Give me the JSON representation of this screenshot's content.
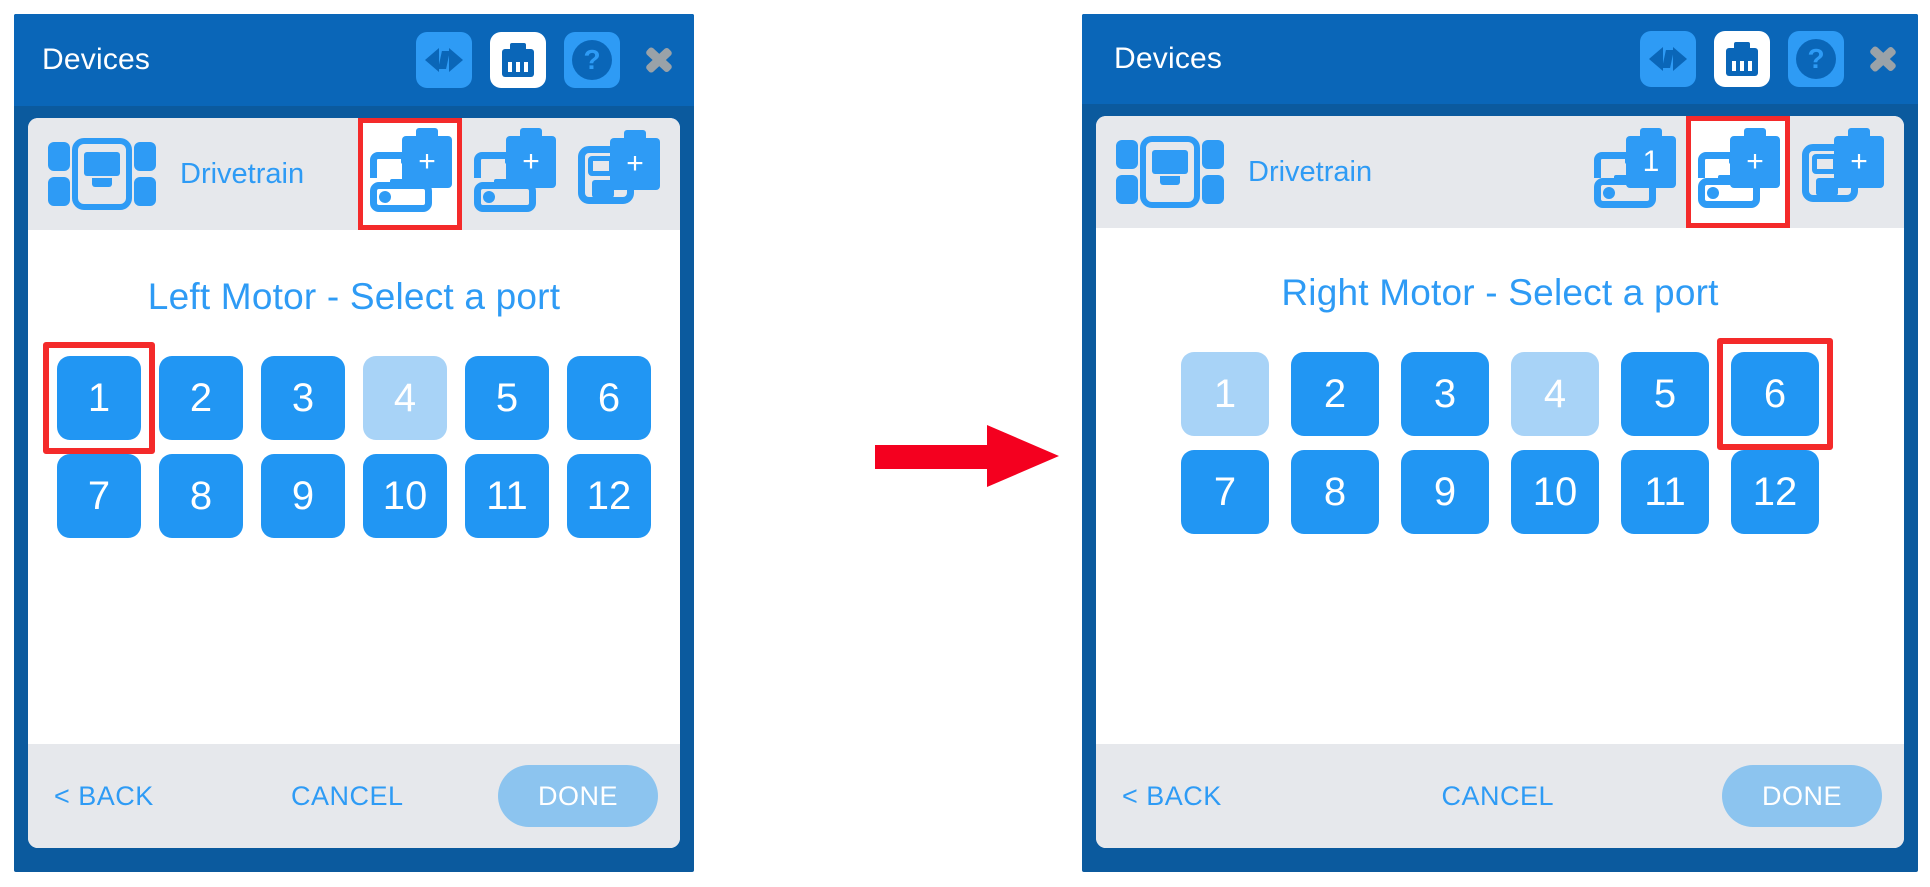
{
  "colors": {
    "titlebar_bg": "#0a66b8",
    "panel_border": "#0b5a9e",
    "accent_blue": "#2e9bf5",
    "port_blue": "#2196f3",
    "port_disabled": "#a8d3f7",
    "highlight_red": "#f42a2a",
    "arrow_red": "#f4001f",
    "row_gray": "#e6e8ec",
    "done_blue": "#8cc4ef"
  },
  "arrow": {
    "name": "red-right-arrow",
    "direction": "right"
  },
  "panels": [
    {
      "id": "left",
      "header": {
        "title": "Devices",
        "icons": [
          {
            "name": "code-icon",
            "glyph": "<>",
            "style": "blue"
          },
          {
            "name": "device-dashboard-icon",
            "glyph": "brain",
            "style": "white"
          },
          {
            "name": "help-icon",
            "glyph": "?",
            "style": "blue"
          },
          {
            "name": "chevron-right-icon",
            "glyph": ">",
            "style": "gray"
          }
        ]
      },
      "device_row": {
        "icon": "brain-icon",
        "label": "Drivetrain",
        "slots": [
          {
            "name": "add-motor-slot-1",
            "type": "motor",
            "badge": "+",
            "selected": true
          },
          {
            "name": "add-motor-slot-2",
            "type": "motor",
            "badge": "+",
            "selected": false
          },
          {
            "name": "add-sensor-slot",
            "type": "sensor",
            "badge": "+",
            "selected": false
          }
        ]
      },
      "prompt": "Left Motor - Select a port",
      "ports": [
        {
          "label": "1",
          "disabled": false,
          "highlighted": true
        },
        {
          "label": "2",
          "disabled": false,
          "highlighted": false
        },
        {
          "label": "3",
          "disabled": false,
          "highlighted": false
        },
        {
          "label": "4",
          "disabled": true,
          "highlighted": false
        },
        {
          "label": "5",
          "disabled": false,
          "highlighted": false
        },
        {
          "label": "6",
          "disabled": false,
          "highlighted": false
        },
        {
          "label": "7",
          "disabled": false,
          "highlighted": false
        },
        {
          "label": "8",
          "disabled": false,
          "highlighted": false
        },
        {
          "label": "9",
          "disabled": false,
          "highlighted": false
        },
        {
          "label": "10",
          "disabled": false,
          "highlighted": false
        },
        {
          "label": "11",
          "disabled": false,
          "highlighted": false
        },
        {
          "label": "12",
          "disabled": false,
          "highlighted": false
        }
      ],
      "footer": {
        "back": "< BACK",
        "cancel": "CANCEL",
        "done": "DONE"
      }
    },
    {
      "id": "right",
      "header": {
        "title": "Devices",
        "icons": [
          {
            "name": "code-icon",
            "glyph": "<>",
            "style": "blue"
          },
          {
            "name": "device-dashboard-icon",
            "glyph": "brain",
            "style": "white"
          },
          {
            "name": "help-icon",
            "glyph": "?",
            "style": "blue"
          },
          {
            "name": "chevron-right-icon",
            "glyph": ">",
            "style": "gray"
          }
        ]
      },
      "device_row": {
        "icon": "brain-icon",
        "label": "Drivetrain",
        "slots": [
          {
            "name": "motor-slot-port-1",
            "type": "motor",
            "badge": "1",
            "selected": false
          },
          {
            "name": "add-motor-slot-2",
            "type": "motor",
            "badge": "+",
            "selected": true
          },
          {
            "name": "add-sensor-slot",
            "type": "sensor",
            "badge": "+",
            "selected": false
          }
        ]
      },
      "prompt": "Right Motor - Select a port",
      "ports": [
        {
          "label": "1",
          "disabled": true,
          "highlighted": false
        },
        {
          "label": "2",
          "disabled": false,
          "highlighted": false
        },
        {
          "label": "3",
          "disabled": false,
          "highlighted": false
        },
        {
          "label": "4",
          "disabled": true,
          "highlighted": false
        },
        {
          "label": "5",
          "disabled": false,
          "highlighted": false
        },
        {
          "label": "6",
          "disabled": false,
          "highlighted": true
        },
        {
          "label": "7",
          "disabled": false,
          "highlighted": false
        },
        {
          "label": "8",
          "disabled": false,
          "highlighted": false
        },
        {
          "label": "9",
          "disabled": false,
          "highlighted": false
        },
        {
          "label": "10",
          "disabled": false,
          "highlighted": false
        },
        {
          "label": "11",
          "disabled": false,
          "highlighted": false
        },
        {
          "label": "12",
          "disabled": false,
          "highlighted": false
        }
      ],
      "footer": {
        "back": "< BACK",
        "cancel": "CANCEL",
        "done": "DONE"
      }
    }
  ]
}
